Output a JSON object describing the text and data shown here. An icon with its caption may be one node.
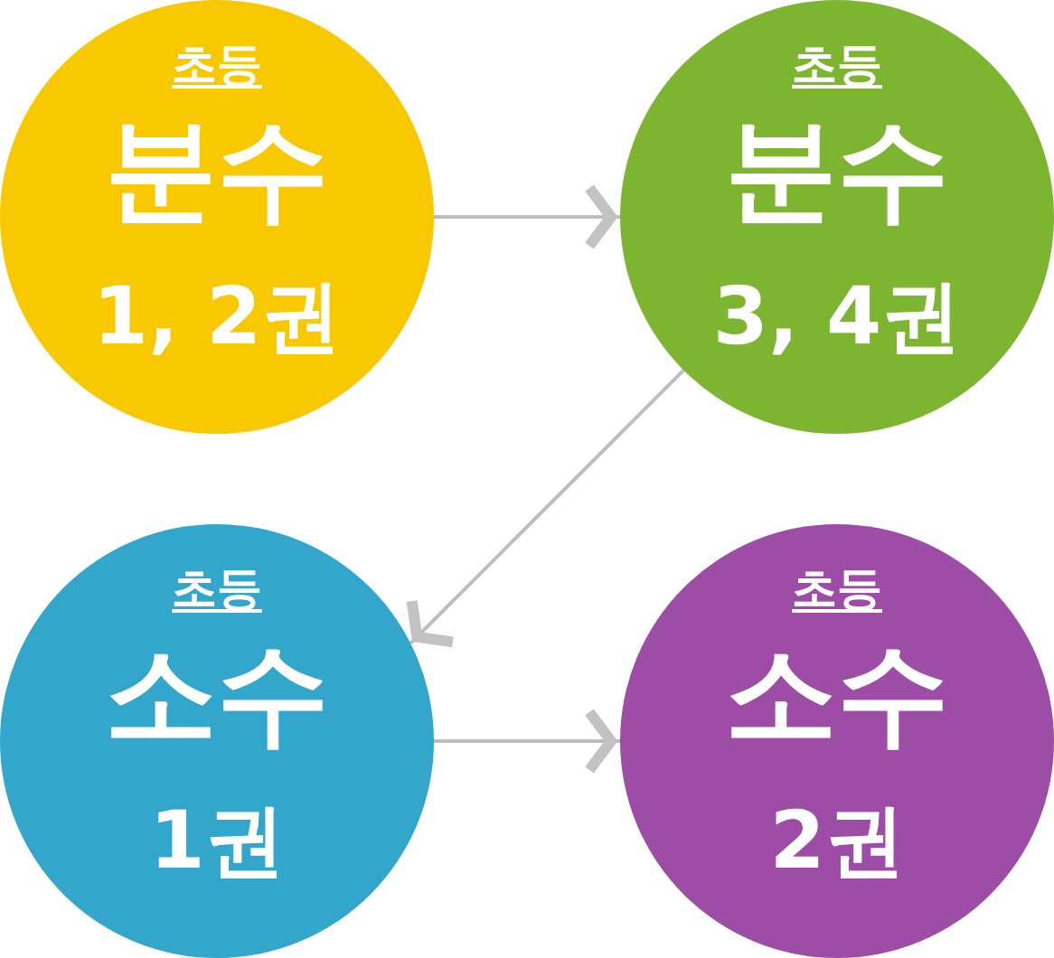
{
  "diagram": {
    "nodes": [
      {
        "text": [
          "초등",
          "분수",
          "1, 2권"
        ]
      },
      {
        "text": [
          "초등",
          "분수",
          "3, 4권"
        ]
      },
      {
        "text": [
          "초등",
          "소수",
          "1권"
        ]
      },
      {
        "text": [
          "초등",
          "소수",
          "2권"
        ]
      }
    ],
    "edges": [
      {
        "from": 0,
        "to": 1,
        "arrow": "to"
      },
      {
        "from": 1,
        "to": 2,
        "arrow": "to"
      },
      {
        "from": 2,
        "to": 3,
        "arrow": "to"
      }
    ]
  }
}
